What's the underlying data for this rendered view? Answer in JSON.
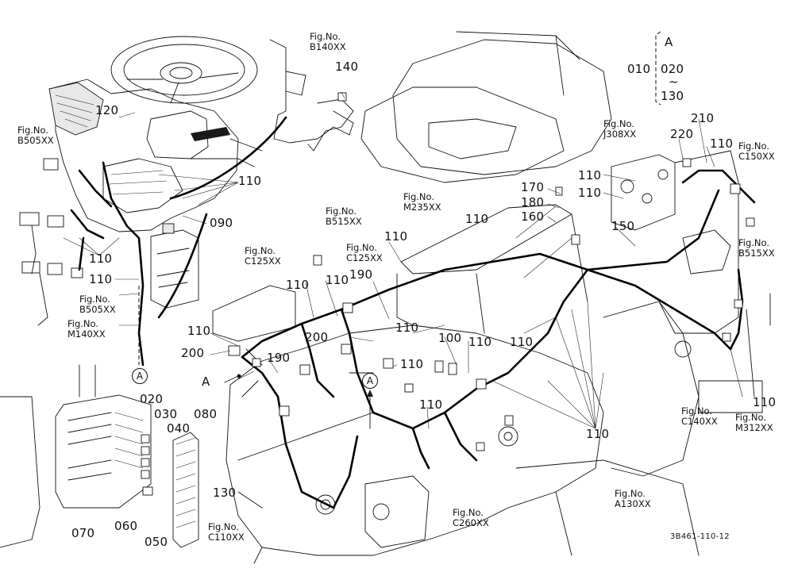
{
  "fig_refs": [
    {
      "line1": "Fig.No.",
      "line2": "B140XX"
    },
    {
      "line1": "Fig.No.",
      "line2": "B505XX"
    },
    {
      "line1": "Fig.No.",
      "line2": "B505XX"
    },
    {
      "line1": "Fig.No.",
      "line2": "M140XX"
    },
    {
      "line1": "Fig.No.",
      "line2": "B515XX"
    },
    {
      "line1": "Fig.No.",
      "line2": "C125XX"
    },
    {
      "line1": "Fig.No.",
      "line2": "C125XX"
    },
    {
      "line1": "Fig.No.",
      "line2": "M235XX"
    },
    {
      "line1": "Fig.No.",
      "line2": "J308XX"
    },
    {
      "line1": "Fig.No.",
      "line2": "C150XX"
    },
    {
      "line1": "Fig.No.",
      "line2": "B515XX"
    },
    {
      "line1": "Fig.No.",
      "line2": "C140XX"
    },
    {
      "line1": "Fig.No.",
      "line2": "M312XX"
    },
    {
      "line1": "Fig.No.",
      "line2": "A130XX"
    },
    {
      "line1": "Fig.No.",
      "line2": "C260XX"
    },
    {
      "line1": "Fig.No.",
      "line2": "C110XX"
    }
  ],
  "part_numbers": [
    "140",
    "120",
    "110",
    "090",
    "110",
    "110",
    "110",
    "110",
    "200",
    "190",
    "110",
    "110",
    "190",
    "200",
    "110",
    "100",
    "110",
    "110",
    "110",
    "110",
    "110",
    "170",
    "180",
    "160",
    "110",
    "110",
    "150",
    "220",
    "210",
    "110",
    "110",
    "110",
    "020",
    "030",
    "040",
    "080",
    "130",
    "060",
    "050",
    "070"
  ],
  "range_legend": {
    "ref": "A",
    "start": "010",
    "mid": "020",
    "tilde": "~",
    "end": "130"
  },
  "ref_markers": [
    "A",
    "A",
    "A"
  ],
  "ref_arrow_label": "A",
  "drawing_code": "3B461-110-12"
}
